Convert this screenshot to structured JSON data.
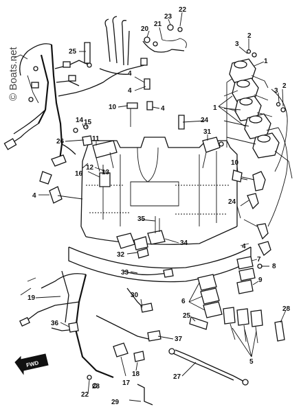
{
  "watermark": "© Boats.net",
  "fwd_label": "FWD",
  "callouts": [
    {
      "id": "c22a",
      "text": "22"
    },
    {
      "id": "c23a",
      "text": "23"
    },
    {
      "id": "c21",
      "text": "21"
    },
    {
      "id": "c20",
      "text": "20"
    },
    {
      "id": "c25a",
      "text": "25"
    },
    {
      "id": "c2a",
      "text": "2"
    },
    {
      "id": "c3a",
      "text": "3"
    },
    {
      "id": "c1a",
      "text": "1"
    },
    {
      "id": "c4a",
      "text": "4"
    },
    {
      "id": "c4b",
      "text": "4"
    },
    {
      "id": "c3b",
      "text": "3"
    },
    {
      "id": "c2b",
      "text": "2"
    },
    {
      "id": "c10a",
      "text": "10"
    },
    {
      "id": "c4c",
      "text": "4"
    },
    {
      "id": "c1b",
      "text": "1"
    },
    {
      "id": "c14",
      "text": "14"
    },
    {
      "id": "c15",
      "text": "15"
    },
    {
      "id": "c24a",
      "text": "24"
    },
    {
      "id": "c31",
      "text": "31"
    },
    {
      "id": "c26",
      "text": "26"
    },
    {
      "id": "c11",
      "text": "11"
    },
    {
      "id": "c12",
      "text": "12"
    },
    {
      "id": "c16",
      "text": "16"
    },
    {
      "id": "c13",
      "text": "13"
    },
    {
      "id": "c10b",
      "text": "10"
    },
    {
      "id": "c4d",
      "text": "4"
    },
    {
      "id": "c24b",
      "text": "24"
    },
    {
      "id": "c35",
      "text": "35"
    },
    {
      "id": "c34",
      "text": "34"
    },
    {
      "id": "c4e",
      "text": "4"
    },
    {
      "id": "c32",
      "text": "32"
    },
    {
      "id": "c7",
      "text": "7"
    },
    {
      "id": "c8",
      "text": "8"
    },
    {
      "id": "c9",
      "text": "9"
    },
    {
      "id": "c33",
      "text": "33"
    },
    {
      "id": "c19",
      "text": "19"
    },
    {
      "id": "c30",
      "text": "30"
    },
    {
      "id": "c6",
      "text": "6"
    },
    {
      "id": "c28",
      "text": "28"
    },
    {
      "id": "c36",
      "text": "36"
    },
    {
      "id": "c25b",
      "text": "25"
    },
    {
      "id": "c37",
      "text": "37"
    },
    {
      "id": "c5",
      "text": "5"
    },
    {
      "id": "c17",
      "text": "17"
    },
    {
      "id": "c18",
      "text": "18"
    },
    {
      "id": "c27",
      "text": "27"
    },
    {
      "id": "c22b",
      "text": "22"
    },
    {
      "id": "c23b",
      "text": "23"
    },
    {
      "id": "c29",
      "text": "29"
    }
  ]
}
